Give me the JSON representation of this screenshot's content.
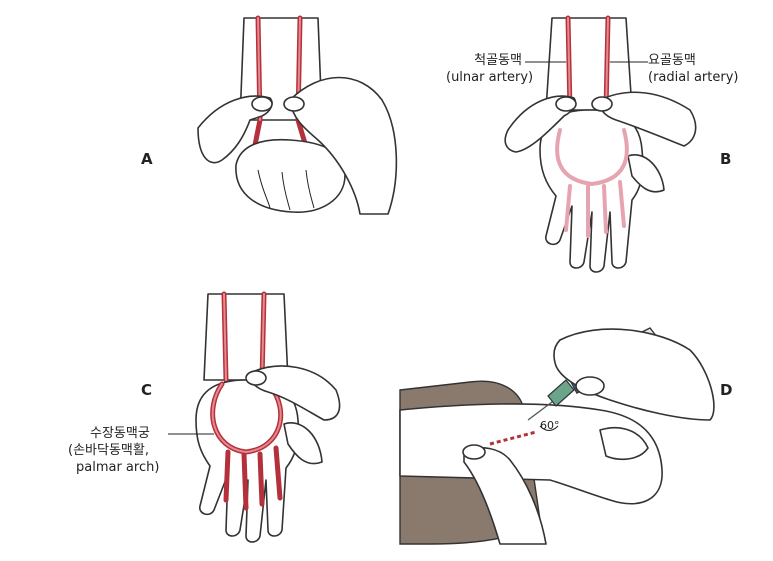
{
  "panels": {
    "a": {
      "label": "A"
    },
    "b": {
      "label": "B"
    },
    "c": {
      "label": "C"
    },
    "d": {
      "label": "D"
    }
  },
  "callouts": {
    "ulnar": {
      "ko": "척골동맥",
      "en": "(ulnar artery)"
    },
    "radial": {
      "ko": "요골동맥",
      "en": "(radial artery)"
    },
    "arch": {
      "ko": "수장동맥궁",
      "alt": "(손바닥동맥활,",
      "en": "palmar arch)"
    },
    "angle": {
      "value": "60°"
    }
  },
  "colors": {
    "artery": "#b4303a",
    "artery_light": "#e58a8f",
    "arch_pink": "#e6a4b0",
    "skin_outline": "#333333",
    "sleeve": "#8a7a6e"
  }
}
